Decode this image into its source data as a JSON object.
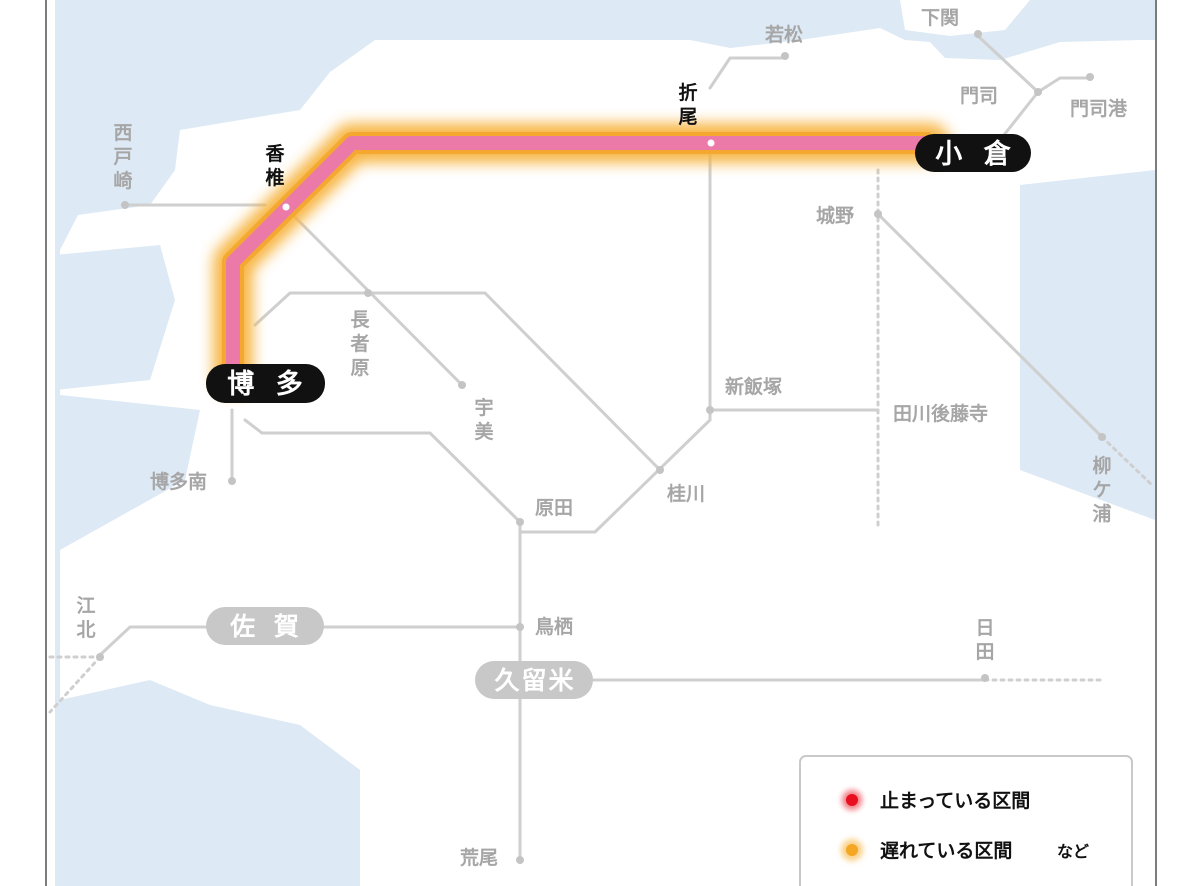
{
  "stations": {
    "kokura": "小 倉",
    "hakata": "博 多",
    "saga": "佐 賀",
    "kurume": "久留米",
    "kashii": [
      "香",
      "椎"
    ],
    "orio": [
      "折",
      "尾"
    ],
    "nishitozaki": [
      "西",
      "戸",
      "崎"
    ],
    "chojabaru": [
      "長",
      "者",
      "原"
    ],
    "umi": [
      "宇",
      "美"
    ],
    "hakataminami": "博多南",
    "haruda": "原田",
    "keisen": "桂川",
    "shiniizuka": "新飯塚",
    "tagawagotoji": "田川後藤寺",
    "jono": "城野",
    "mojiko": "門司港",
    "moji": "門司",
    "shimonoseki": "下関",
    "wakamatsu": "若松",
    "yanagaura": [
      "柳",
      "ケ",
      "浦"
    ],
    "kohoku": [
      "江",
      "北"
    ],
    "tosu": "鳥栖",
    "hita": [
      "日",
      "田"
    ],
    "arao": "荒尾"
  },
  "legend": {
    "stopped": "止まっている区間",
    "delayed": "遅れている区間",
    "etc": "など"
  },
  "colors": {
    "sea": "#dde9f4",
    "land": "#ffffff",
    "track": "#cfcfcf",
    "affected_line": "#ec7aa8",
    "delay_glow": "#f7b23b",
    "stop_marker": "#e8101e",
    "badge_dark": "#111111",
    "badge_gray": "#c8c8c8"
  }
}
